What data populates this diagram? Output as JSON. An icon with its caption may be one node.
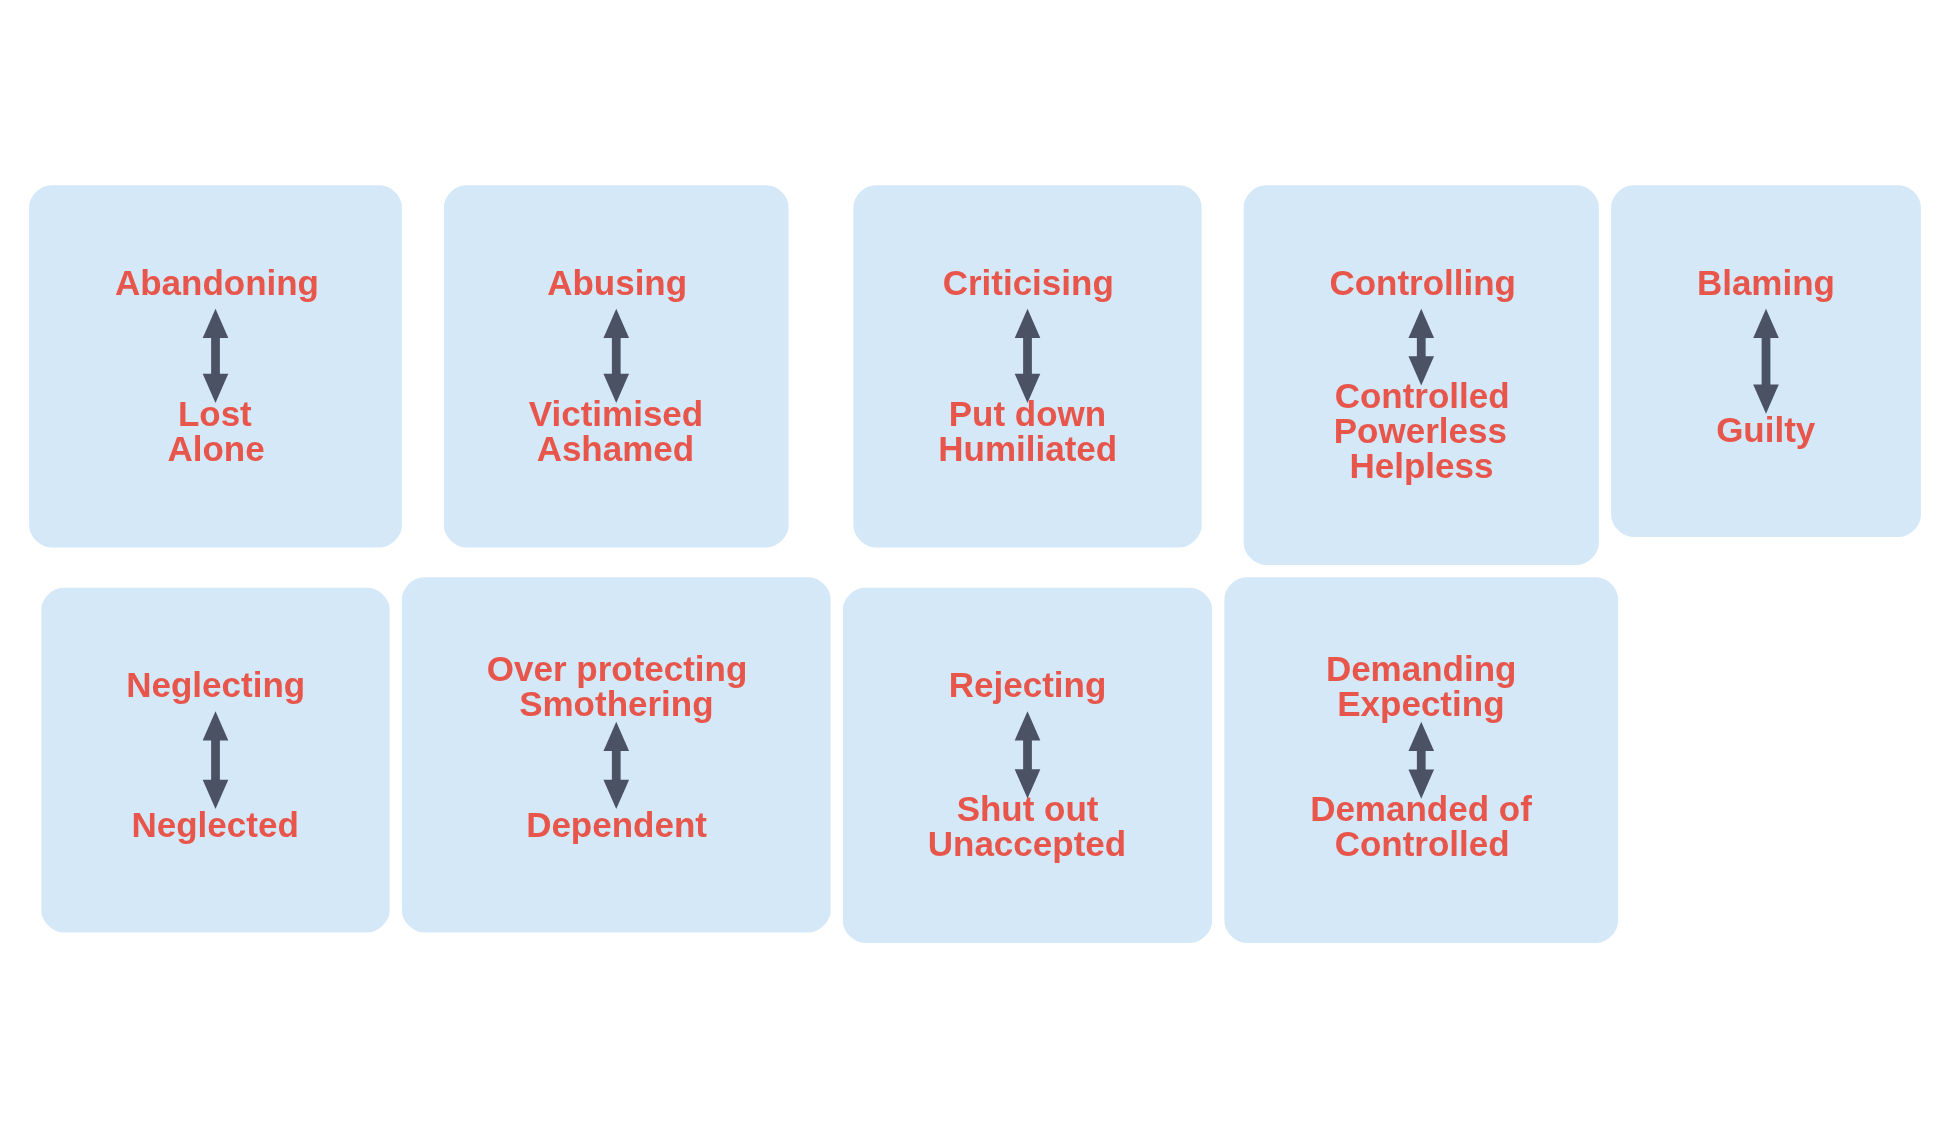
{
  "diagram": {
    "nodes": [
      {
        "text": [],
        "shape": "box"
      },
      {
        "text": [
          "Abandoning"
        ],
        "in": 0
      },
      {
        "text": [
          "Lost",
          "Alone"
        ],
        "in": 0
      },
      {
        "text": [],
        "shape": "box"
      },
      {
        "text": [
          "Abusing"
        ],
        "in": 3
      },
      {
        "text": [
          "Victimised",
          "Ashamed"
        ],
        "in": 3
      },
      {
        "text": [],
        "shape": "box"
      },
      {
        "text": [
          "Criticising"
        ],
        "in": 6
      },
      {
        "text": [
          "Put down",
          "Humiliated"
        ],
        "in": 6
      },
      {
        "text": [],
        "shape": "box"
      },
      {
        "text": [
          "Controlling"
        ],
        "in": 9
      },
      {
        "text": [
          "Controlled",
          "Powerless",
          "Helpless"
        ],
        "in": 9
      },
      {
        "text": [],
        "shape": "box"
      },
      {
        "text": [
          "Blaming"
        ],
        "in": 12
      },
      {
        "text": [
          "Guilty"
        ],
        "in": 12
      },
      {
        "text": [],
        "shape": "box"
      },
      {
        "text": [
          "Neglecting"
        ],
        "in": 15
      },
      {
        "text": [
          "Neglected"
        ],
        "in": 15
      },
      {
        "text": [],
        "shape": "box"
      },
      {
        "text": [
          "Over protecting",
          "Smothering"
        ],
        "in": 18
      },
      {
        "text": [
          "Dependent"
        ],
        "in": 18
      },
      {
        "text": [],
        "shape": "box"
      },
      {
        "text": [
          "Rejecting"
        ],
        "in": 21
      },
      {
        "text": [
          "Shut out",
          "Unaccepted"
        ],
        "in": 21
      },
      {
        "text": [],
        "shape": "box"
      },
      {
        "text": [
          "Demanding",
          "Expecting"
        ],
        "in": 24
      },
      {
        "text": [
          "Demanded of",
          "Controlled"
        ],
        "in": 24
      }
    ],
    "edges": [
      {
        "from": 1,
        "to": 2,
        "arrow": "both"
      },
      {
        "from": 4,
        "to": 5,
        "arrow": "both"
      },
      {
        "from": 7,
        "to": 8,
        "arrow": "both"
      },
      {
        "from": 10,
        "to": 11,
        "arrow": "both"
      },
      {
        "from": 13,
        "to": 14,
        "arrow": "both"
      },
      {
        "from": 16,
        "to": 17,
        "arrow": "both"
      },
      {
        "from": 19,
        "to": 20,
        "arrow": "both"
      },
      {
        "from": 22,
        "to": 23,
        "arrow": "both"
      },
      {
        "from": 25,
        "to": 26,
        "arrow": "both"
      }
    ]
  }
}
